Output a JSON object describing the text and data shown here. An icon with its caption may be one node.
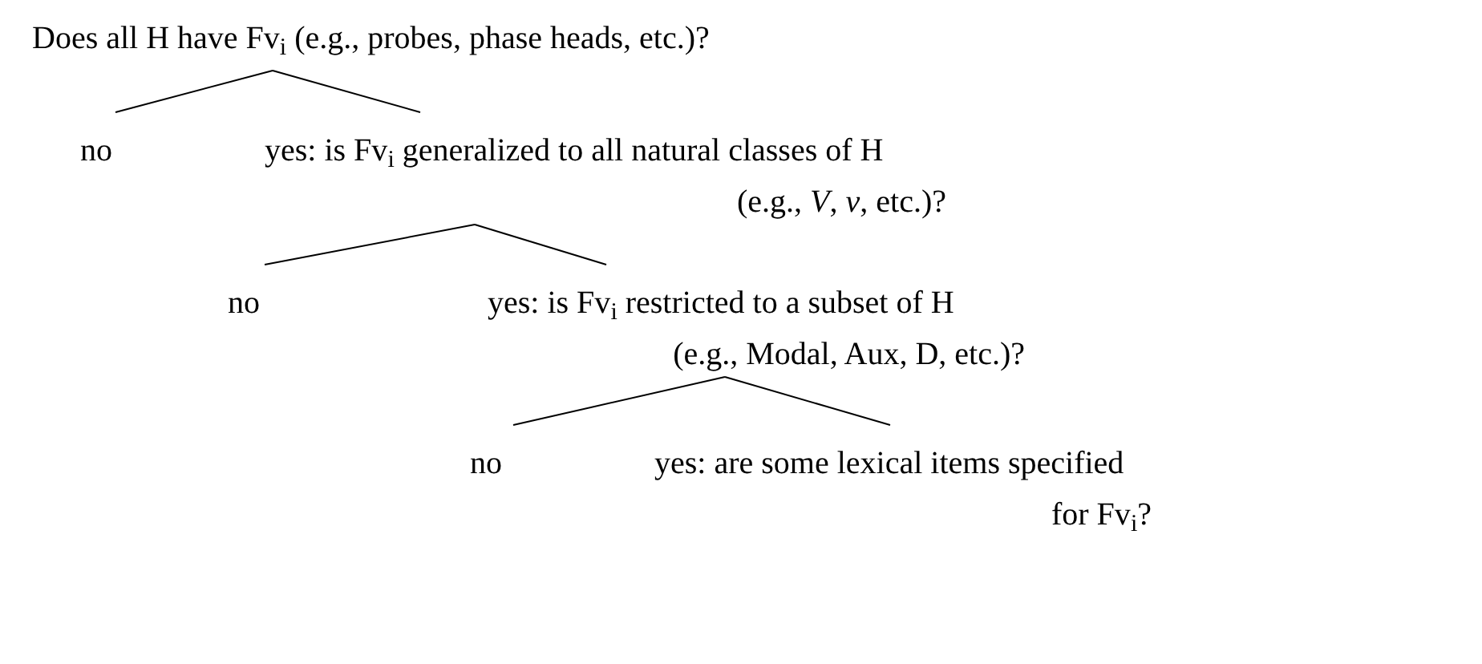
{
  "diagram": {
    "nodes": [
      {
        "text": [
          "Does all H have Fv$_{i}$ (e.g., probes, phase heads, etc.)?"
        ]
      },
      {
        "text": [
          "no"
        ]
      },
      {
        "text": [
          "yes: is Fv$_{i}$ generalized to all natural classes of H (e.g., *V*, *v*, etc.)?"
        ]
      },
      {
        "text": [
          "no"
        ]
      },
      {
        "text": [
          "yes: is Fv$_{i}$ restricted to a subset of H (e.g., Modal, Aux, D, etc.)?"
        ]
      },
      {
        "text": [
          "no"
        ]
      },
      {
        "text": [
          "yes: are some lexical items specified for Fv$_{i}$?"
        ]
      }
    ],
    "edges": [
      {
        "from": 0,
        "to": 1,
        "arrow": "none"
      },
      {
        "from": 0,
        "to": 2,
        "arrow": "none"
      },
      {
        "from": 2,
        "to": 3,
        "arrow": "none"
      },
      {
        "from": 2,
        "to": 4,
        "arrow": "none"
      },
      {
        "from": 4,
        "to": 5,
        "arrow": "none"
      },
      {
        "from": 4,
        "to": 6,
        "arrow": "none"
      }
    ]
  }
}
